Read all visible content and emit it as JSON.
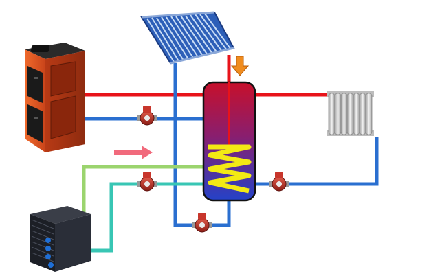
{
  "colors": {
    "hot_pipe": "#e8131a",
    "cold_pipe": "#2a6fd0",
    "green_pipe": "#9bd46e",
    "teal_pipe": "#38c6b4",
    "coil": "#f3ea14",
    "boiler_body": "#e0531e",
    "tank_top": "#c7102b",
    "tank_bottom": "#2442c8",
    "pump": "#b52a22",
    "collector": "#2d5fb8",
    "radiator": "#cfcfcf",
    "heat_pump": "#1c1f26",
    "arrow_in": "#f08c1e",
    "arrow_pink": "#f05a6e"
  },
  "components": {
    "boiler": "solid-fuel-boiler",
    "collector": "solar-collector",
    "tank": "hot-water-storage-tank",
    "radiator": "radiator",
    "heat_pump": "heat-pump",
    "pumps": [
      "circulation-pump",
      "circulation-pump",
      "circulation-pump",
      "circulation-pump",
      "circulation-pump"
    ]
  },
  "icons": {
    "flow_down": "arrow-down-icon",
    "flow_right": "arrow-right-icon"
  }
}
